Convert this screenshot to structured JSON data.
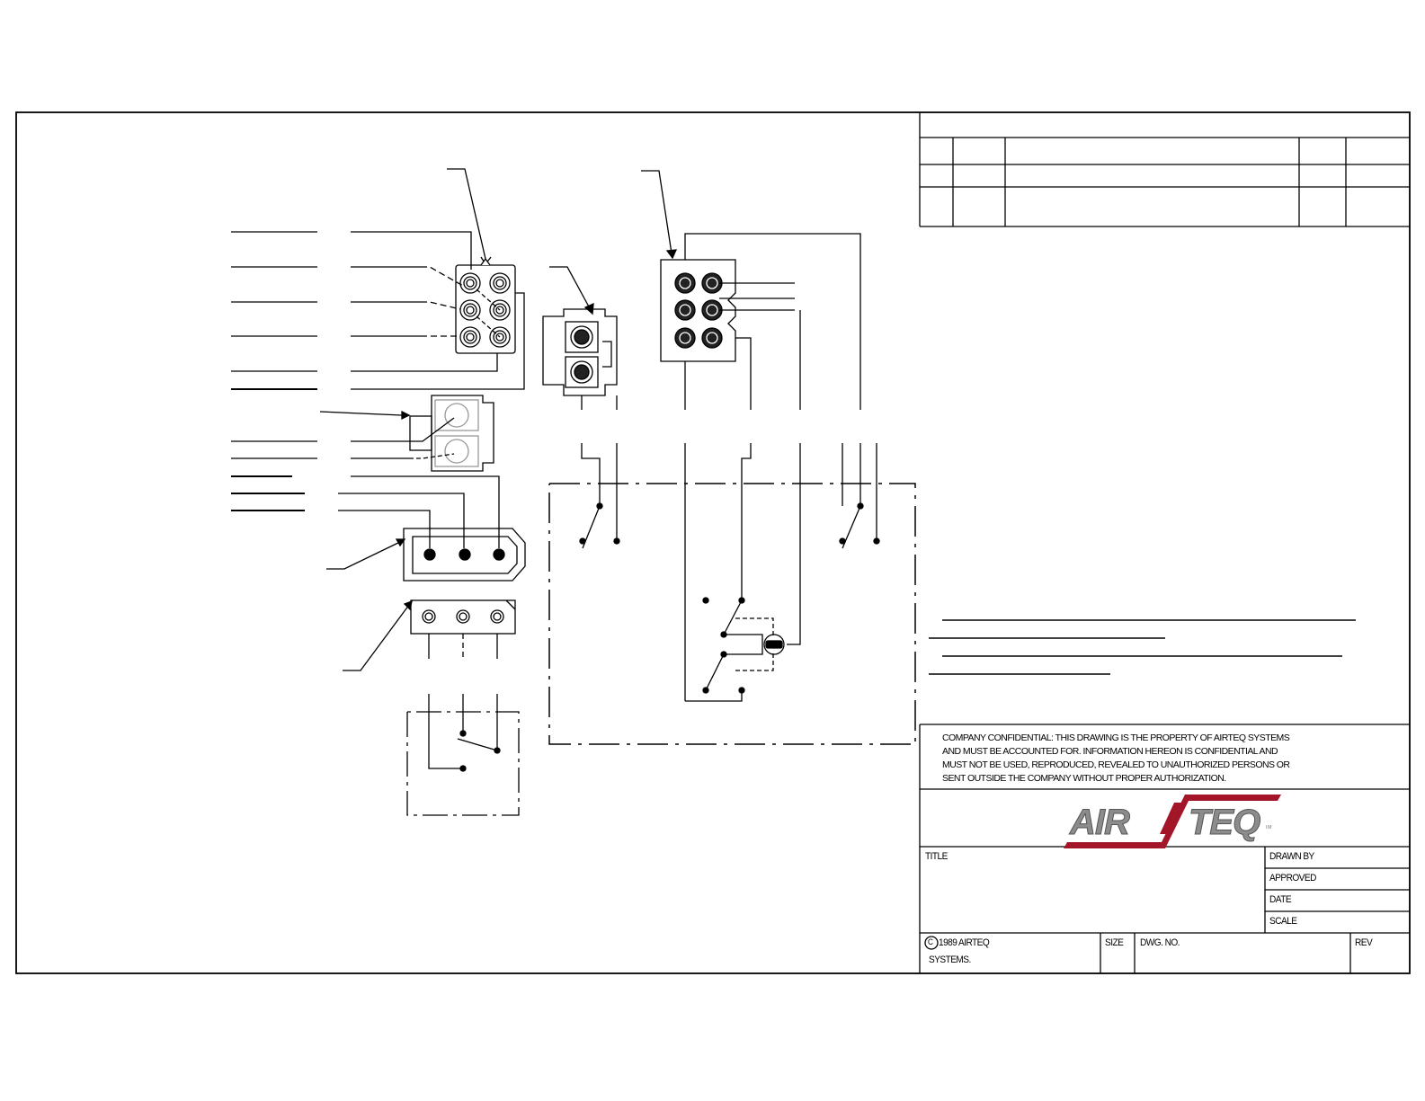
{
  "confidential_notice": {
    "line1": "COMPANY CONFIDENTIAL: THIS DRAWING IS THE PROPERTY OF AIRTEQ SYSTEMS",
    "line2": "AND MUST BE ACCOUNTED FOR. INFORMATION HEREON IS CONFIDENTIAL AND",
    "line3": "MUST NOT BE USED, REPRODUCED, REVEALED TO UNAUTHORIZED PERSONS OR",
    "line4": "SENT OUTSIDE THE COMPANY WITHOUT PROPER AUTHORIZATION."
  },
  "logo": {
    "text": "AIRTEQ",
    "tm": "TM",
    "color_red": "#a3162a",
    "color_gray": "#8c8c8c"
  },
  "title_block": {
    "title_label": "TITLE",
    "drawn_by_label": "DRAWN BY",
    "approved_label": "APPROVED",
    "date_label": "DATE",
    "scale_label": "SCALE",
    "copyright_line1": "1989 AIRTEQ",
    "copyright_line2": "SYSTEMS.",
    "copyright_symbol": "C",
    "size_label": "SIZE",
    "dwg_no_label": "DWG. NO.",
    "rev_label": "REV"
  }
}
